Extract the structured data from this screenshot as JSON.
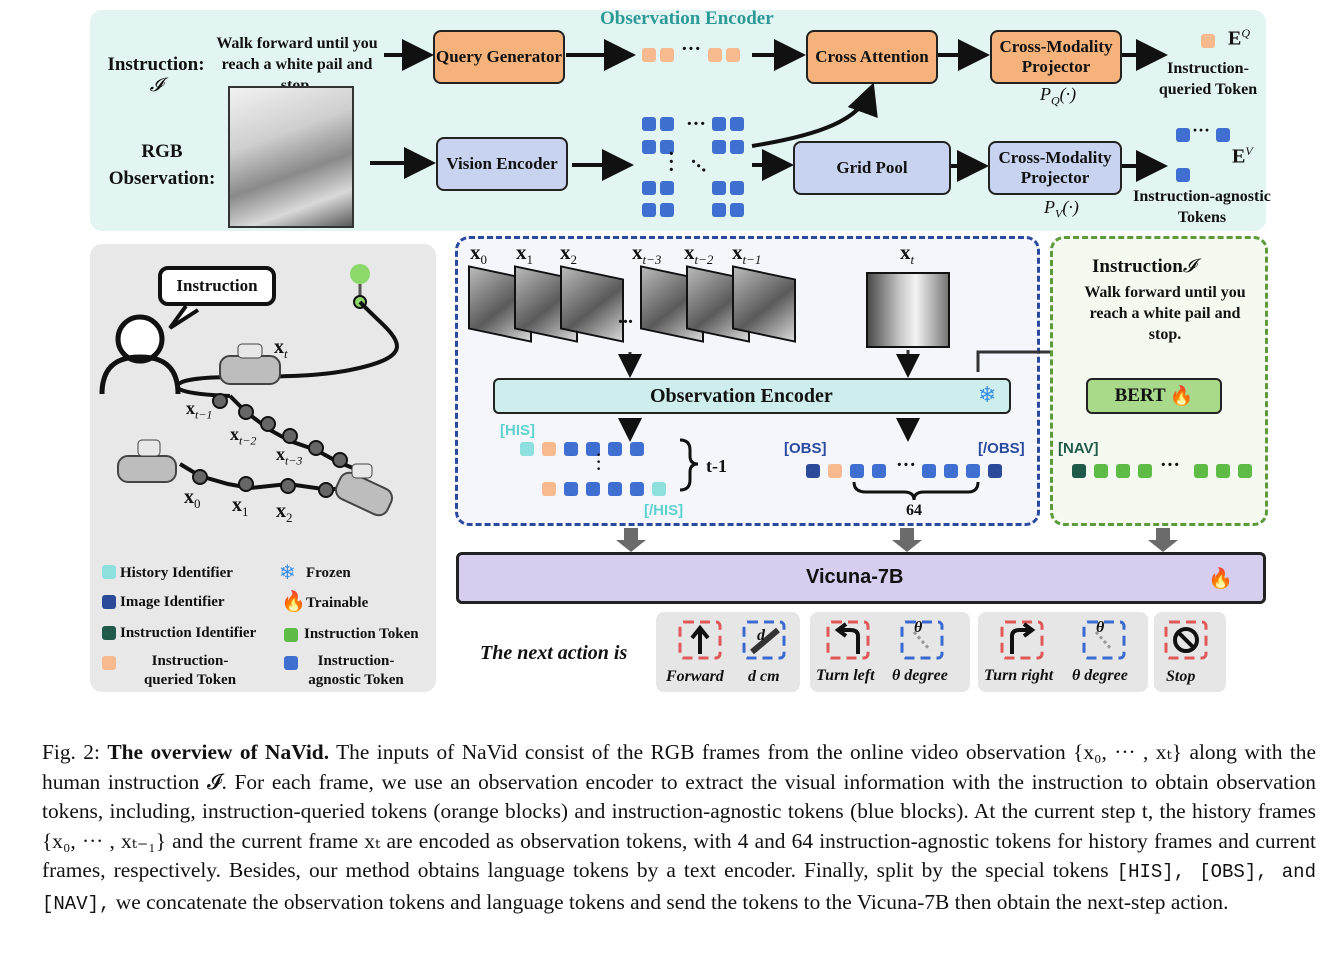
{
  "figure": {
    "observation_encoder_panel": {
      "title": "Observation Encoder",
      "instruction_label": "Instruction:",
      "instruction_symbol": "𝓘",
      "instruction_text": "Walk forward until you reach a white pail and stop.",
      "rgb_label": "RGB Observation:",
      "query_generator": "Query Generator",
      "cross_attention": "Cross Attention",
      "vision_encoder": "Vision Encoder",
      "grid_pool": "Grid Pool",
      "projector_q": "Cross-Modality Projector",
      "projector_q_fn": "P_Q(·)",
      "projector_v": "Cross-Modality Projector",
      "projector_v_fn": "P_V(·)",
      "eq_symbol": "E^Q",
      "eq_label": "Instruction-queried Token",
      "ev_symbol": "E^V",
      "ev_label": "Instruction-agnostic Tokens"
    },
    "left_panel": {
      "instruction_bubble": "Instruction",
      "labels": [
        "x_t",
        "x_{t-1}",
        "x_{t-2}",
        "x_{t-3}",
        "x_0",
        "x_1",
        "x_2"
      ]
    },
    "legend": [
      {
        "label": "History Identifier",
        "color": "#8ee0df"
      },
      {
        "label": "Frozen",
        "icon": "snowflake-icon"
      },
      {
        "label": "Image Identifier",
        "color": "#2c4a9a"
      },
      {
        "label": "Trainable",
        "icon": "flame-icon"
      },
      {
        "label": "Instruction Identifier",
        "color": "#1f5a4a"
      },
      {
        "label": "Instruction Token",
        "color": "#5dbb46"
      },
      {
        "label": "Instruction-queried Token",
        "color": "#f7b98e"
      },
      {
        "label": "Instruction-agnostic Token",
        "color": "#3f6fd1"
      }
    ],
    "middle_panel": {
      "frame_labels": [
        "x_0",
        "x_1",
        "x_2",
        "x_{t-3}",
        "x_{t-2}",
        "x_{t-1}",
        "x_t"
      ],
      "encoder": "Observation Encoder",
      "his_open": "[HIS]",
      "his_close": "[/HIS]",
      "his_count": "t-1",
      "obs_open": "[OBS]",
      "obs_close": "[/OBS]",
      "obs_count": "64"
    },
    "right_panel": {
      "title": "Instruction",
      "title_symbol": "𝓘",
      "text": "Walk forward until you reach a white pail and stop.",
      "bert": "BERT",
      "nav": "[NAV]"
    },
    "llm": "Vicuna-7B",
    "next_action": "The next action is",
    "actions": [
      {
        "label": "Forward",
        "param": "d cm"
      },
      {
        "label": "Turn left",
        "param": "θ degree"
      },
      {
        "label": "Turn right",
        "param": "θ degree"
      },
      {
        "label": "Stop"
      }
    ],
    "colors": {
      "obs_panel_bg": "#e3f5f2",
      "left_panel_bg": "#e8e8e8",
      "encoder_bg": "#cdeeed",
      "vicuna_bg": "#d6cdef",
      "bert_bg": "#a9d98b",
      "orange": "#f5b27a",
      "light_blue": "#c7d3ef"
    }
  },
  "caption": {
    "label": "Fig. 2:",
    "title": "The overview of NaVid.",
    "body": "The inputs of NaVid consist of the RGB frames from the online video observation {x₀, ··· , xₜ} along with the human instruction 𝓘. For each frame, we use an observation encoder to extract the visual information with the instruction to obtain observation tokens, including, instruction-queried tokens (orange blocks) and instruction-agnostic tokens (blue blocks). At the current step t, the history frames {x₀, ··· , xₜ₋₁} and the current frame xₜ are encoded as observation tokens, with 4 and 64 instruction-agnostic tokens for history frames and current frames, respectively. Besides, our method obtains language tokens by a text encoder. Finally, split by the special tokens",
    "tokens": "[HIS], [OBS], and [NAV],",
    "tail": "we concatenate the observation tokens and language tokens and send the tokens to the Vicuna-7B then obtain the next-step action."
  }
}
